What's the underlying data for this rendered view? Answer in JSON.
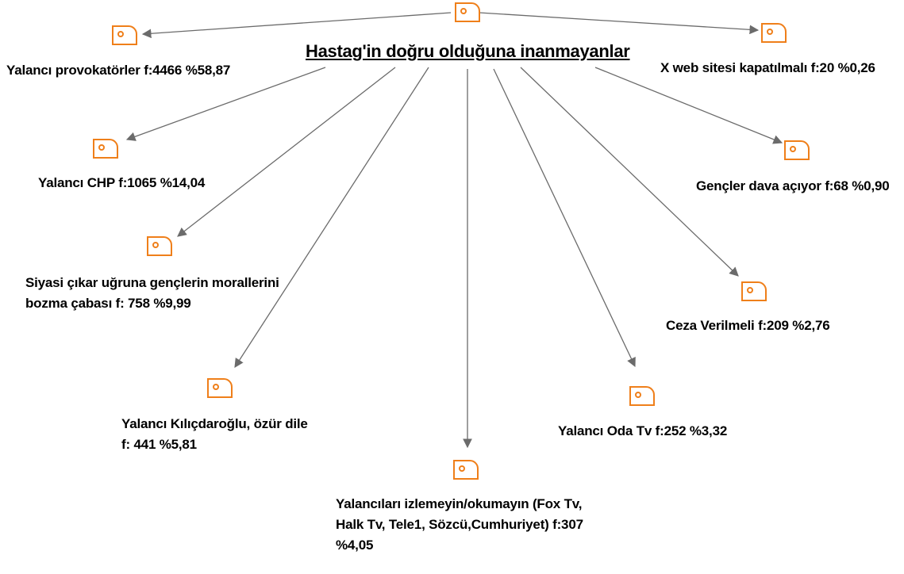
{
  "root": {
    "title": "Hastag'in doğru olduğuna inanmayanlar",
    "icon": "code-icon"
  },
  "codes": [
    {
      "id": "c1",
      "label": "Yalancı provokatörler f:4466 %58,87",
      "icon": "code-icon"
    },
    {
      "id": "c2",
      "label": "Yalancı CHP f:1065 %14,04",
      "icon": "code-icon"
    },
    {
      "id": "c3",
      "label": "Siyasi çıkar uğruna gençlerin morallerini\nbozma çabası f: 758 %9,99",
      "icon": "code-icon"
    },
    {
      "id": "c4",
      "label": "Yalancı Kılıçdaroğlu, özür dile\nf: 441 %5,81",
      "icon": "code-icon"
    },
    {
      "id": "c5",
      "label": "Yalancıları izlemeyin/okumayın (Fox Tv,\nHalk Tv, Tele1, Sözcü,Cumhuriyet) f:307\n%4,05",
      "icon": "code-icon"
    },
    {
      "id": "c6",
      "label": "Yalancı Oda Tv f:252 %3,32",
      "icon": "code-icon"
    },
    {
      "id": "c7",
      "label": "Ceza Verilmeli f:209 %2,76",
      "icon": "code-icon"
    },
    {
      "id": "c8",
      "label": "Gençler dava açıyor f:68 %0,90",
      "icon": "code-icon"
    },
    {
      "id": "c9",
      "label": "X web sitesi kapatılmalı f:20 %0,26",
      "icon": "code-icon"
    }
  ],
  "colors": {
    "icon": "#ef7f1a",
    "edge": "#6b6b6b",
    "text": "#000000"
  }
}
